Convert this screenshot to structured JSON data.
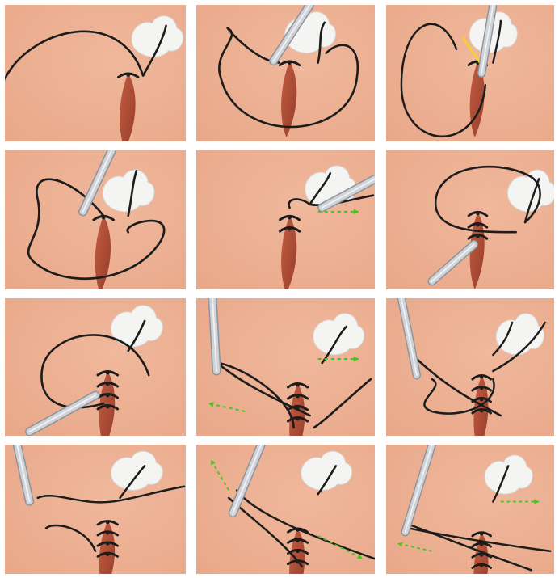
{
  "figure": {
    "rows": 4,
    "cols": 3,
    "colors": {
      "background": "#ffffff",
      "skin": "#e9a88a",
      "skin_light": "#f0b89c",
      "suture": "#1c1c1c",
      "wound": "#c0553a",
      "wound_dark": "#8e3322",
      "tooth": "#f4f4f2",
      "instrument": "#cfd3d8",
      "instrument_dark": "#8c939a",
      "arrow": "#4cc21f",
      "highlight": "#f2d230"
    },
    "panels": [
      {
        "step": 1,
        "instrument": false,
        "knots": 1,
        "arrows": []
      },
      {
        "step": 2,
        "instrument": true,
        "knots": 1,
        "arrows": []
      },
      {
        "step": 3,
        "instrument": true,
        "knots": 1,
        "arrows": []
      },
      {
        "step": 4,
        "instrument": true,
        "knots": 1,
        "arrows": []
      },
      {
        "step": 5,
        "instrument": true,
        "knots": 2,
        "arrows": [
          "right"
        ]
      },
      {
        "step": 6,
        "instrument": true,
        "knots": 3,
        "arrows": []
      },
      {
        "step": 7,
        "instrument": true,
        "knots": 4,
        "arrows": []
      },
      {
        "step": 8,
        "instrument": true,
        "knots": 4,
        "arrows": [
          "left",
          "right"
        ]
      },
      {
        "step": 9,
        "instrument": true,
        "knots": 4,
        "arrows": []
      },
      {
        "step": 10,
        "instrument": true,
        "knots": 4,
        "arrows": []
      },
      {
        "step": 11,
        "instrument": true,
        "knots": 4,
        "arrows": [
          "up-left",
          "down-right"
        ]
      },
      {
        "step": 12,
        "instrument": true,
        "knots": 4,
        "arrows": [
          "left",
          "right"
        ]
      }
    ]
  }
}
